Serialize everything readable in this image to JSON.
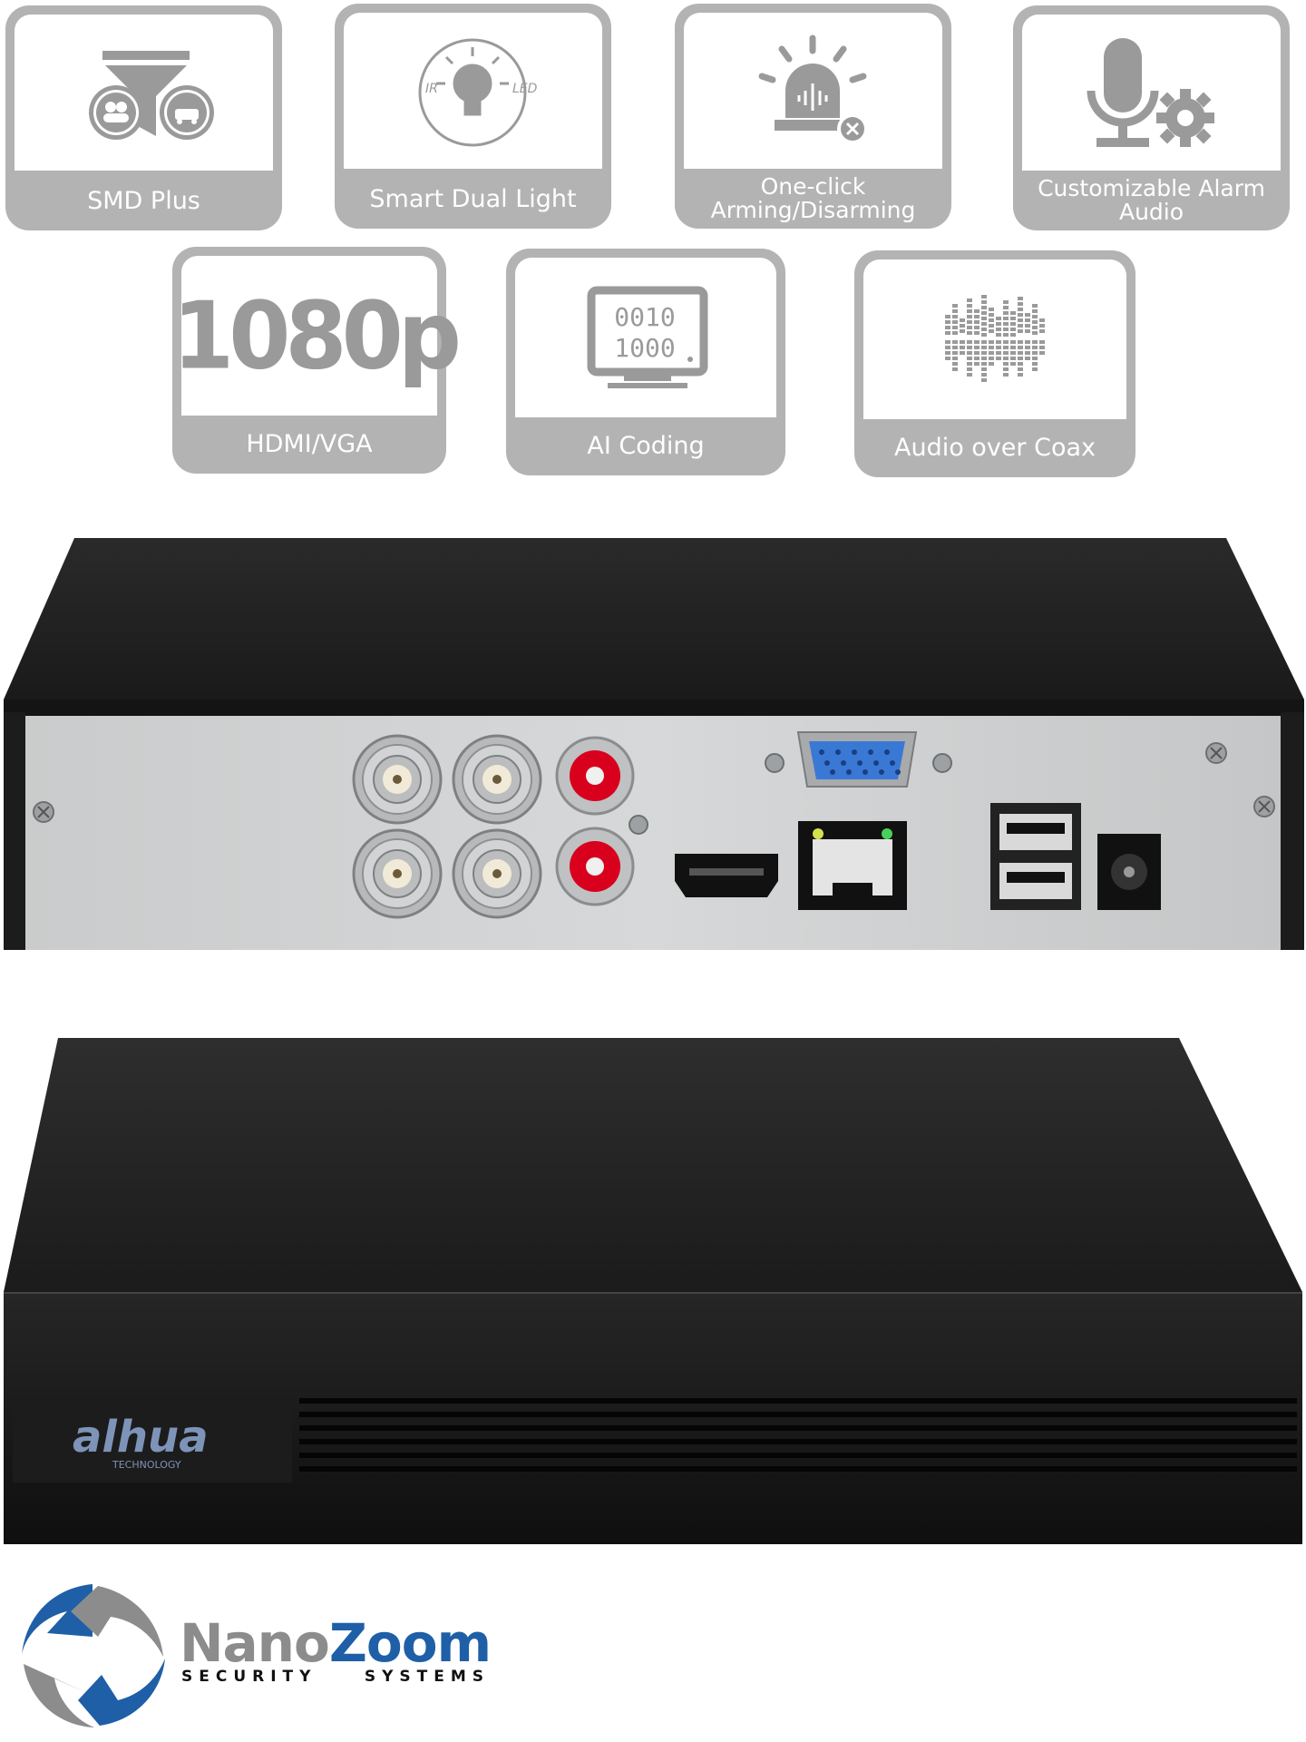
{
  "features": [
    {
      "label": "SMD Plus",
      "icon": "filter-person-car-icon"
    },
    {
      "label": "Smart Dual Light",
      "icon": "ir-led-bulb-icon",
      "icon_text": [
        "IR",
        "LED"
      ]
    },
    {
      "label_line1": "One-click",
      "label_line2": "Arming/Disarming",
      "icon": "siren-alarm-icon"
    },
    {
      "label_line1": "Customizable Alarm",
      "label_line2": "Audio",
      "icon": "microphone-gear-icon"
    },
    {
      "label": "HDMI/VGA",
      "icon_text": "1080p"
    },
    {
      "label": "AI Coding",
      "icon": "monitor-binary-icon",
      "icon_text": [
        "0010",
        "1000"
      ]
    },
    {
      "label": "Audio over Coax",
      "icon": "audio-waveform-icon"
    }
  ],
  "device": {
    "brand": "alhua",
    "brand_sub": "TECHNOLOGY"
  },
  "dealer_logo": {
    "name_part1": "Nano",
    "name_part2": "Zoom",
    "tagline_left": "SECURITY",
    "tagline_right": "SYSTEMS"
  },
  "colors": {
    "tile_gray": "#b3b3b3",
    "vga_blue": "#3a78d6",
    "rca_red": "#d8001c",
    "logo_blue": "#1f5fa8",
    "logo_gray": "#8c8c8c"
  }
}
